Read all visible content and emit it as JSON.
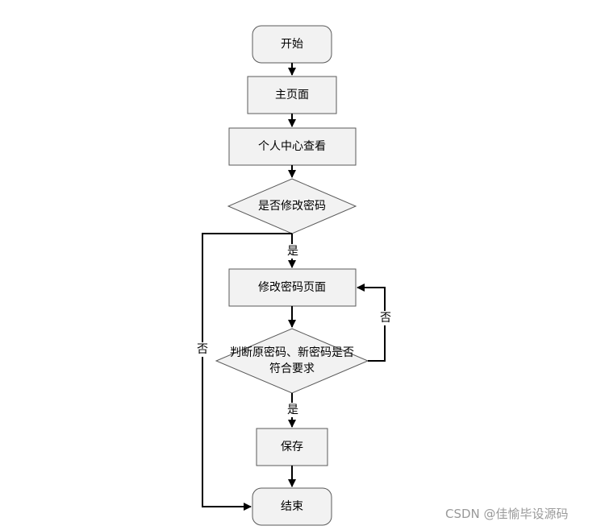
{
  "nodes": {
    "start": "开始",
    "main_page": "主页面",
    "personal_center": "个人中心查看",
    "change_pw_decision": "是否修改密码",
    "change_pw_page": "修改密码页面",
    "validate_decision_line1": "判断原密码、新密码是否",
    "validate_decision_line2": "符合要求",
    "save": "保存",
    "end": "结束"
  },
  "edges": {
    "yes1": "是",
    "no1": "否",
    "no2": "否",
    "yes2": "是"
  },
  "watermark": "CSDN @佳愉毕设源码",
  "colors": {
    "shape_fill": "#f2f2f2",
    "shape_stroke": "#5a5a5a",
    "edge": "#000000",
    "watermark": "#999999"
  }
}
